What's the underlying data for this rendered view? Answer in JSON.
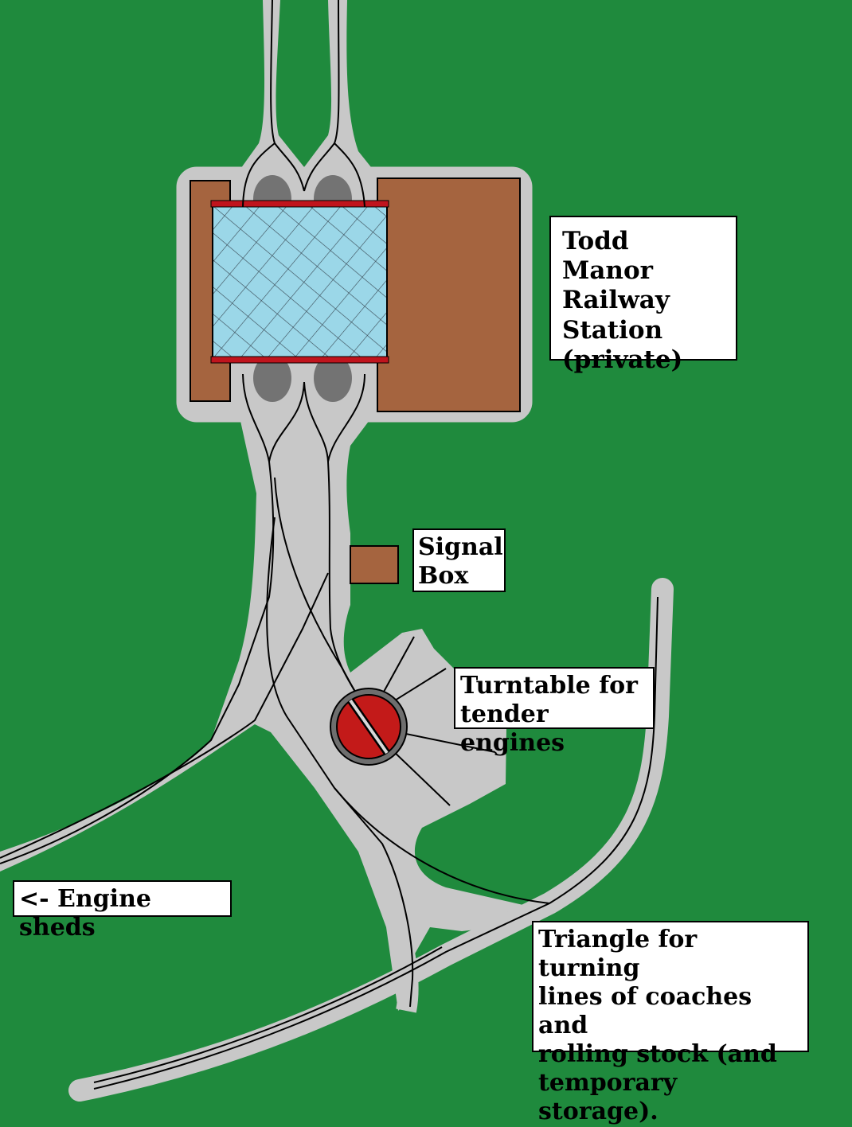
{
  "map": {
    "colors": {
      "grass": "#1f8a3d",
      "track_bed": "#c8c8c8",
      "building": "#a5643f",
      "platform": "#737373",
      "canopy": "#9bd7e8",
      "canopy_edge": "#c0141d",
      "turntable": "#c31a19",
      "rail": "#000000"
    },
    "labels": {
      "station": "Todd Manor\nRailway\nStation\n(private)",
      "signal_box": "Signal\nBox",
      "turntable": "Turntable for\ntender engines",
      "engine_sheds": "<- Engine sheds",
      "triangle": "Triangle for turning\nlines of coaches and\nrolling stock (and\ntemporary storage)."
    }
  }
}
